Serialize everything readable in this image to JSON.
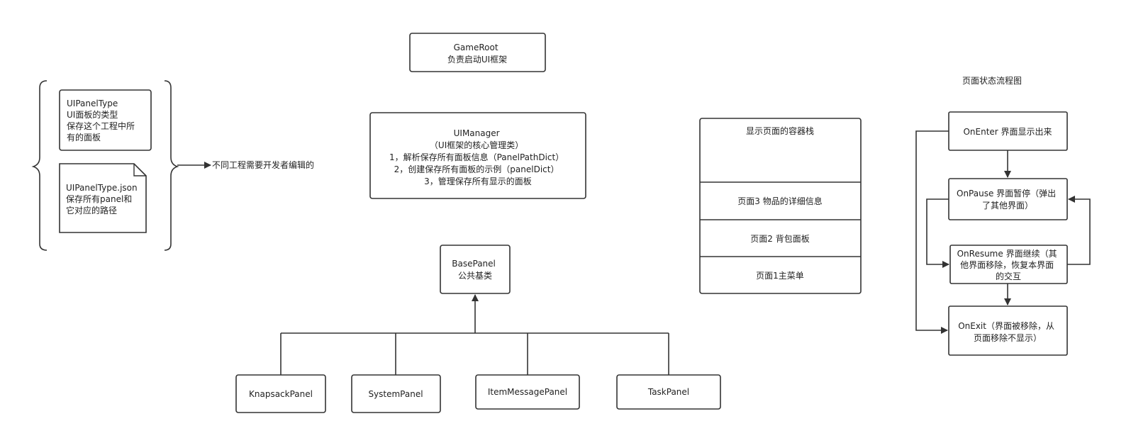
{
  "game_root": {
    "lines": [
      "GameRoot",
      "负责启动UI框架"
    ]
  },
  "uipaneltype": {
    "lines": [
      "UIPanelType",
      "UI面板的类型",
      "保存这个工程中所",
      "有的面板"
    ]
  },
  "uipaneltype_json": {
    "lines": [
      "UIPanelType.json",
      "保存所有panel和",
      "它对应的路径"
    ]
  },
  "brace_label": "不同工程需要开发者编辑的",
  "ui_manager": {
    "lines": [
      "UIManager",
      "（UI框架的核心管理类）",
      "1，解析保存所有面板信息（PanelPathDict）",
      "2，创建保存所有面板的示例（panelDict）",
      "3，管理保存所有显示的面板"
    ]
  },
  "base_panel": {
    "lines": [
      "BasePanel",
      "公共基类"
    ]
  },
  "subclasses": [
    "KnapsackPanel",
    "SystemPanel",
    "ItemMessagePanel",
    "TaskPanel"
  ],
  "stack": {
    "title": "显示页面的容器栈",
    "items": [
      "页面3 物品的详细信息",
      "页面2 背包面板",
      "页面1主菜单"
    ]
  },
  "flow": {
    "title": "页面状态流程图",
    "on_enter": [
      "OnEnter 界面显示出来"
    ],
    "on_pause": [
      "OnPause 界面暂停（弹出",
      "了其他界面）"
    ],
    "on_resume": [
      "OnResume 界面继续（其",
      "他界面移除，恢复本界面",
      "的交互"
    ],
    "on_exit": [
      "OnExit（界面被移除，从",
      "页面移除不显示）"
    ]
  }
}
